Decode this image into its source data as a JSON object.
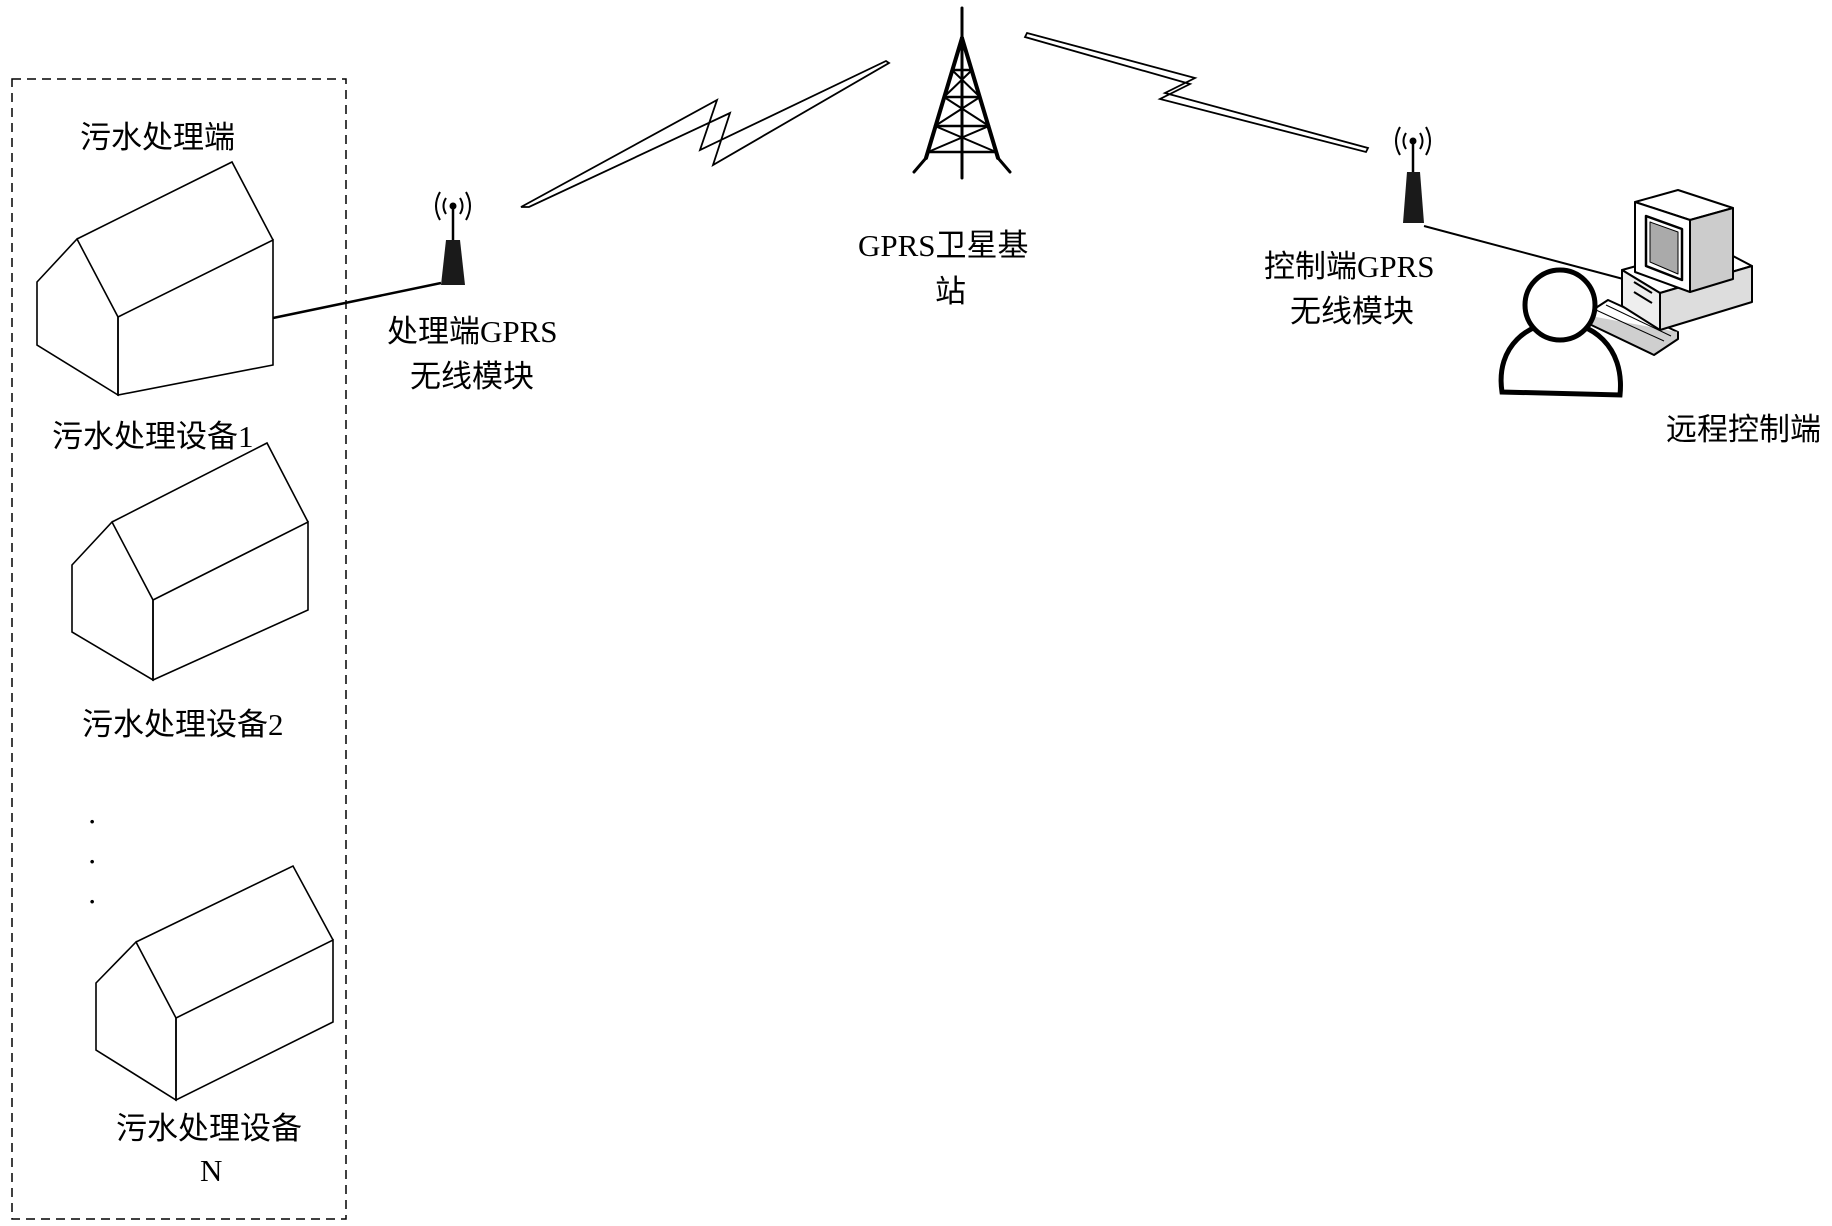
{
  "diagram": {
    "stroke_color": "#000000",
    "background": "#ffffff",
    "group": {
      "title": "污水处理端",
      "devices": [
        {
          "label": "污水处理设备1"
        },
        {
          "label": "污水处理设备2"
        },
        {
          "label_line1": "污水处理设备",
          "label_line2": "N"
        }
      ],
      "ellipsis": "·"
    },
    "processing_module": {
      "label_line1": "处理端GPRS",
      "label_line2": "无线模块",
      "icon": "antenna-icon"
    },
    "base_station": {
      "label_line1": "GPRS卫星基",
      "label_line2": "站",
      "icon": "tower-icon"
    },
    "control_module": {
      "label_line1": "控制端GPRS",
      "label_line2": "无线模块",
      "icon": "antenna-icon"
    },
    "remote_end": {
      "label": "远程控制端",
      "icons": [
        "computer-icon",
        "user-icon"
      ]
    }
  }
}
